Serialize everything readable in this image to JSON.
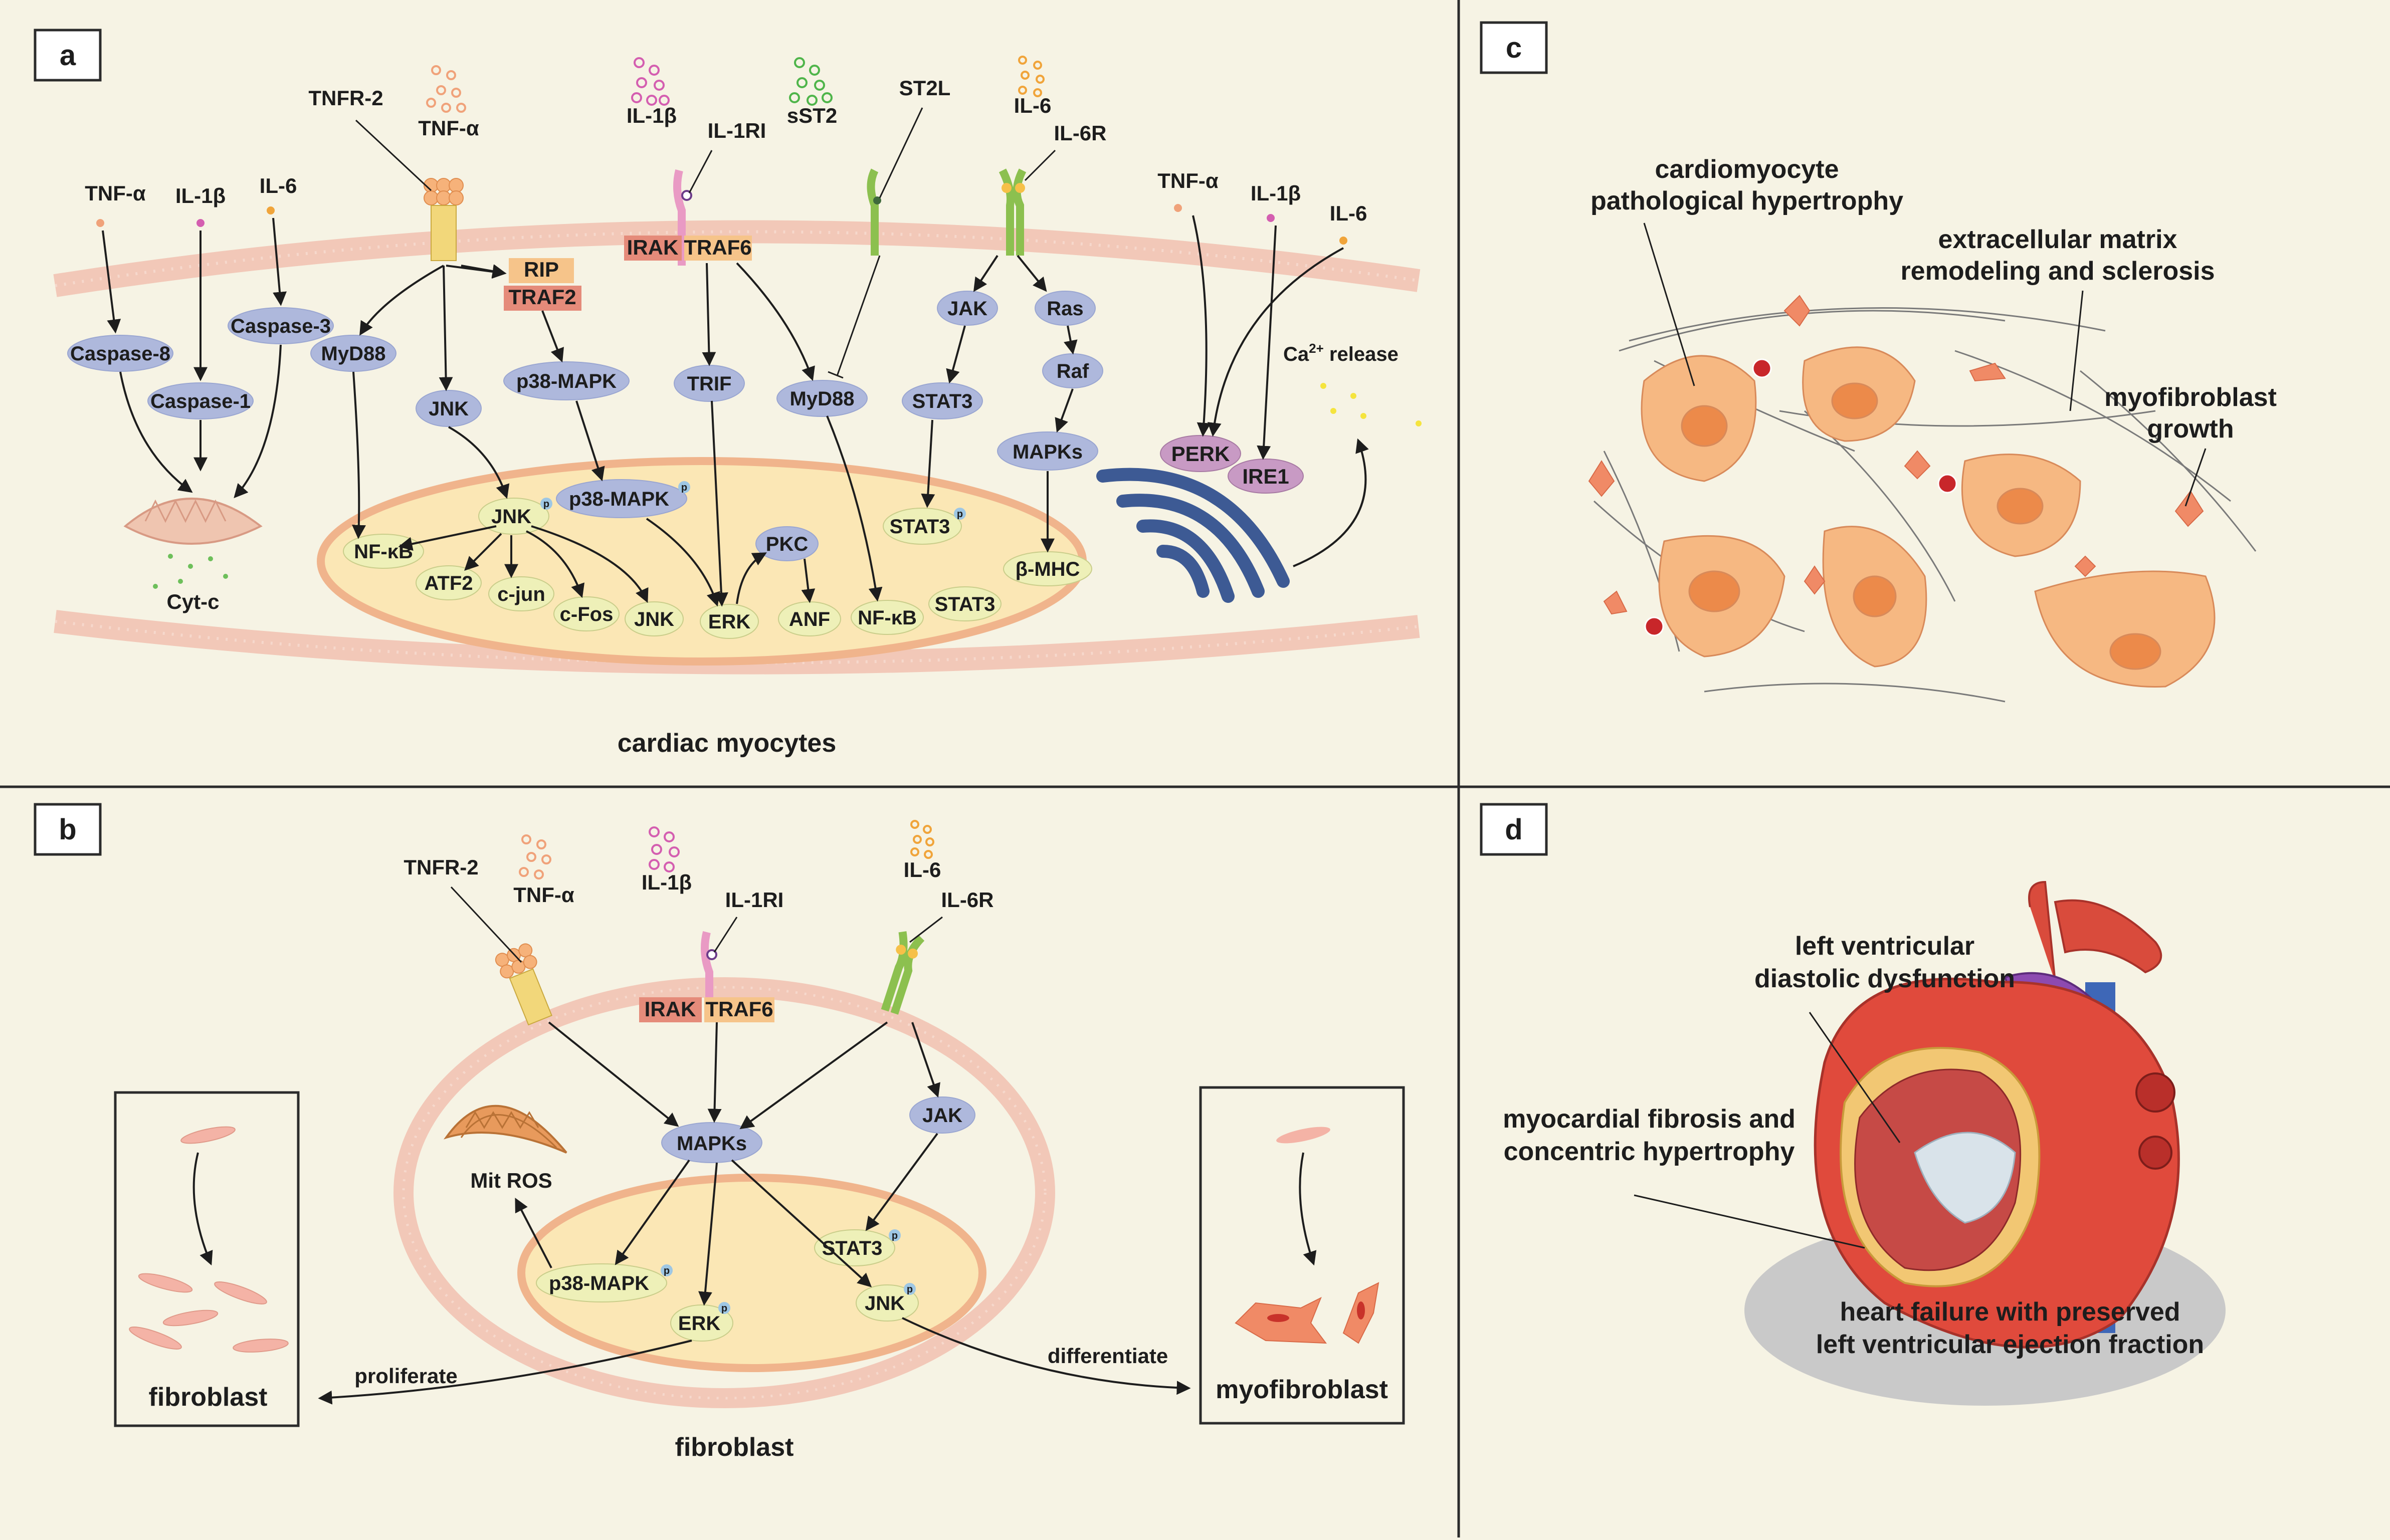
{
  "panels": {
    "a": {
      "letter": "a",
      "caption": "cardiac myocytes",
      "ligands": {
        "tnf": "TNF-α",
        "il1b": "IL-1β",
        "sst2": "sST2",
        "il6": "IL-6"
      },
      "receptors": {
        "tnfr2": "TNFR-2",
        "il1ri": "IL-1RI",
        "st2l": "ST2L",
        "il6r": "IL-6R"
      },
      "left_ligands": {
        "tnf": "TNF-α",
        "il1b": "IL-1β",
        "il6": "IL-6"
      },
      "right_ligands": {
        "tnf": "TNF-α",
        "il1b": "IL-1β",
        "il6": "IL-6"
      },
      "adaptors": {
        "irak": "IRAK",
        "traf6": "TRAF6",
        "rip": "RIP",
        "traf2": "TRAF2"
      },
      "cyto_nodes": {
        "caspase8": "Caspase-8",
        "caspase1": "Caspase-1",
        "caspase3": "Caspase-3",
        "myd88_left": "MyD88",
        "jnk": "JNK",
        "p38": "p38-MAPK",
        "trif": "TRIF",
        "myd88_right": "MyD88",
        "jak": "JAK",
        "ras": "Ras",
        "raf": "Raf",
        "stat3": "STAT3",
        "mapks": "MAPKs",
        "perk": "PERK",
        "ire1": "IRE1",
        "jnk_p": "JNK",
        "p38_p": "p38-MAPK",
        "pkc": "PKC",
        "stat3_p": "STAT3"
      },
      "nuclear_nodes": {
        "nfkb_left": "NF-κB",
        "atf2": "ATF2",
        "cjun": "c-jun",
        "cfos": "c-Fos",
        "jnk": "JNK",
        "erk": "ERK",
        "anf": "ANF",
        "nfkb_right": "NF-κB",
        "stat3": "STAT3",
        "bmhc": "β-MHC"
      },
      "cytc": "Cyt-c",
      "ca_prefix": "Ca",
      "ca_sup": "2+",
      "ca_suffix": " release",
      "phospho": "p"
    },
    "b": {
      "letter": "b",
      "caption": "fibroblast",
      "ligands": {
        "tnf": "TNF-α",
        "il1b": "IL-1β",
        "il6": "IL-6"
      },
      "receptors": {
        "tnfr2": "TNFR-2",
        "il1ri": "IL-1RI",
        "il6r": "IL-6R"
      },
      "adaptors": {
        "irak": "IRAK",
        "traf6": "TRAF6"
      },
      "nodes": {
        "mapks": "MAPKs",
        "jak": "JAK",
        "stat3": "STAT3",
        "p38": "p38-MAPK",
        "erk": "ERK",
        "jnk": "JNK"
      },
      "mitros": "Mit ROS",
      "left_box": "fibroblast",
      "right_box": "myofibroblast",
      "proliferate": "proliferate",
      "differentiate": "differentiate",
      "phospho": "p"
    },
    "c": {
      "letter": "c",
      "label1_line1": "cardiomyocyte",
      "label1_line2": "pathological hypertrophy",
      "label2_line1": "extracellular matrix",
      "label2_line2": "remodeling and sclerosis",
      "label3_line1": "myofibroblast",
      "label3_line2": "growth"
    },
    "d": {
      "letter": "d",
      "label1_line1": "left ventricular",
      "label1_line2": "diastolic dysfunction",
      "label2_line1": "myocardial fibrosis and",
      "label2_line2": "concentric hypertrophy",
      "label3_line1": "heart failure with preserved",
      "label3_line2": "left ventricular ejection fraction"
    }
  },
  "colors": {
    "background": "#f6f3e4",
    "cyto_node": "#aeb8dc",
    "nuclear_node": "#eef0b8",
    "membrane": "#f2c8b8",
    "nucleus": "#fbe7b5",
    "er": "#3d5a94",
    "myocyte": "#f6b882",
    "heart_red": "#d9403a"
  }
}
